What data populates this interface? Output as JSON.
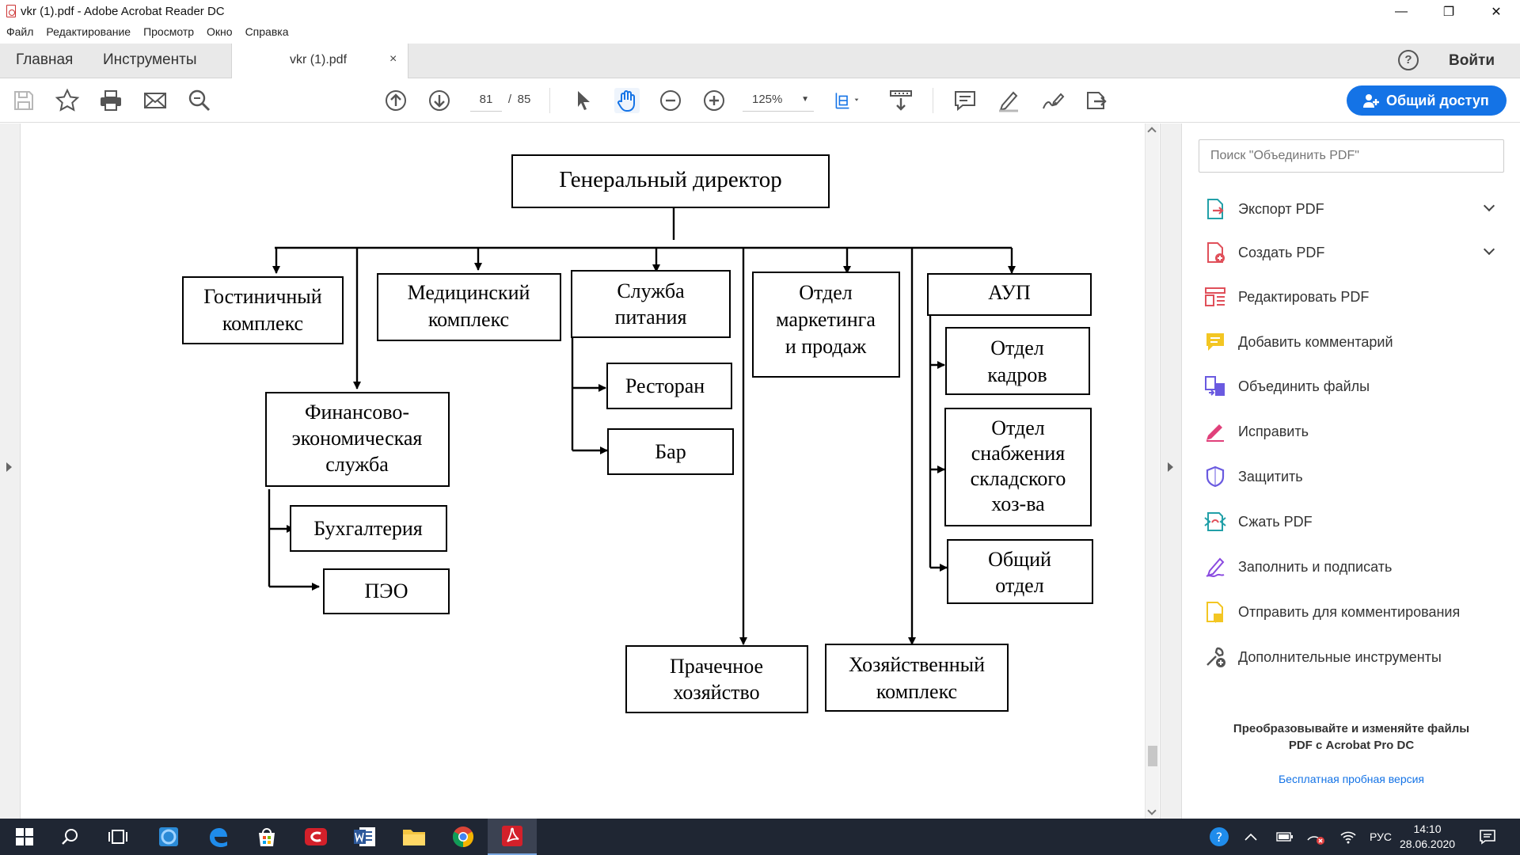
{
  "window": {
    "title": "vkr (1).pdf - Adobe Acrobat Reader DC",
    "minimize": "—",
    "restore": "❐",
    "close": "✕"
  },
  "menu": [
    "Файл",
    "Редактирование",
    "Просмотр",
    "Окно",
    "Справка"
  ],
  "tabs": {
    "home": "Главная",
    "tools": "Инструменты",
    "document": "vkr (1).pdf",
    "close": "×",
    "help": "?",
    "signin": "Войти"
  },
  "toolbar": {
    "page_current": "81",
    "page_separator": "/",
    "page_total": "85",
    "zoom": "125%",
    "share_label": "Общий доступ",
    "icons": [
      "save-icon",
      "bookmark-star-icon",
      "print-icon",
      "email-icon",
      "search-zoom-icon",
      "page-up-icon",
      "page-down-icon",
      "select-cursor-icon",
      "hand-tool-icon",
      "zoom-out-icon",
      "zoom-in-icon",
      "fit-page-icon",
      "scroll-mode-icon",
      "comment-icon",
      "highlight-pen-icon",
      "sign-icon",
      "share-review-icon"
    ]
  },
  "orgchart": {
    "ceo": "Генеральный директор",
    "hotel": [
      "Гостиничный",
      "комплекс"
    ],
    "medical": [
      "Медицинский",
      "комплекс"
    ],
    "food": [
      "Служба",
      "питания"
    ],
    "restaurant": "Ресторан",
    "bar": "Бар",
    "marketing": [
      "Отдел",
      "маркетинга",
      "и продаж"
    ],
    "aup": "АУП",
    "hr": [
      "Отдел",
      "кадров"
    ],
    "supply": [
      "Отдел",
      "снабжения",
      "складского",
      "хоз-ва"
    ],
    "general": [
      "Общий",
      "отдел"
    ],
    "finance": [
      "Финансово-",
      "экономическая",
      "служба"
    ],
    "accounting": "Бухгалтерия",
    "peo": "ПЭО",
    "laundry": [
      "Прачечное",
      "хозяйство"
    ],
    "household": [
      "Хозяйственный",
      "комплекс"
    ]
  },
  "rightpane": {
    "search_placeholder": "Поиск \"Объединить PDF\"",
    "tools": [
      {
        "label": "Экспорт PDF",
        "icon": "export-pdf-icon",
        "color": "#22a0a8"
      },
      {
        "label": "Создать PDF",
        "icon": "create-pdf-icon",
        "color": "#e0505a"
      },
      {
        "label": "Редактировать PDF",
        "icon": "edit-pdf-icon",
        "color": "#e0505a"
      },
      {
        "label": "Добавить комментарий",
        "icon": "comment-icon",
        "color": "#f3c623"
      },
      {
        "label": "Объединить файлы",
        "icon": "combine-files-icon",
        "color": "#6a5ae0"
      },
      {
        "label": "Исправить",
        "icon": "fix-pen-icon",
        "color": "#e0407a"
      },
      {
        "label": "Защитить",
        "icon": "protect-shield-icon",
        "color": "#6a5ae0"
      },
      {
        "label": "Сжать PDF",
        "icon": "compress-pdf-icon",
        "color": "#22a0a8"
      },
      {
        "label": "Заполнить и подписать",
        "icon": "fill-sign-icon",
        "color": "#8a4ae0"
      },
      {
        "label": "Отправить для комментирования",
        "icon": "send-comment-icon",
        "color": "#f3c623"
      },
      {
        "label": "Дополнительные инструменты",
        "icon": "more-tools-icon",
        "color": "#555555"
      }
    ],
    "promo": "Преобразовывайте и изменяйте файлы PDF с Acrobat Pro DC",
    "trial": "Бесплатная пробная версия"
  },
  "taskbar": {
    "lang": "РУС",
    "time": "14:10",
    "date": "28.06.2020"
  }
}
